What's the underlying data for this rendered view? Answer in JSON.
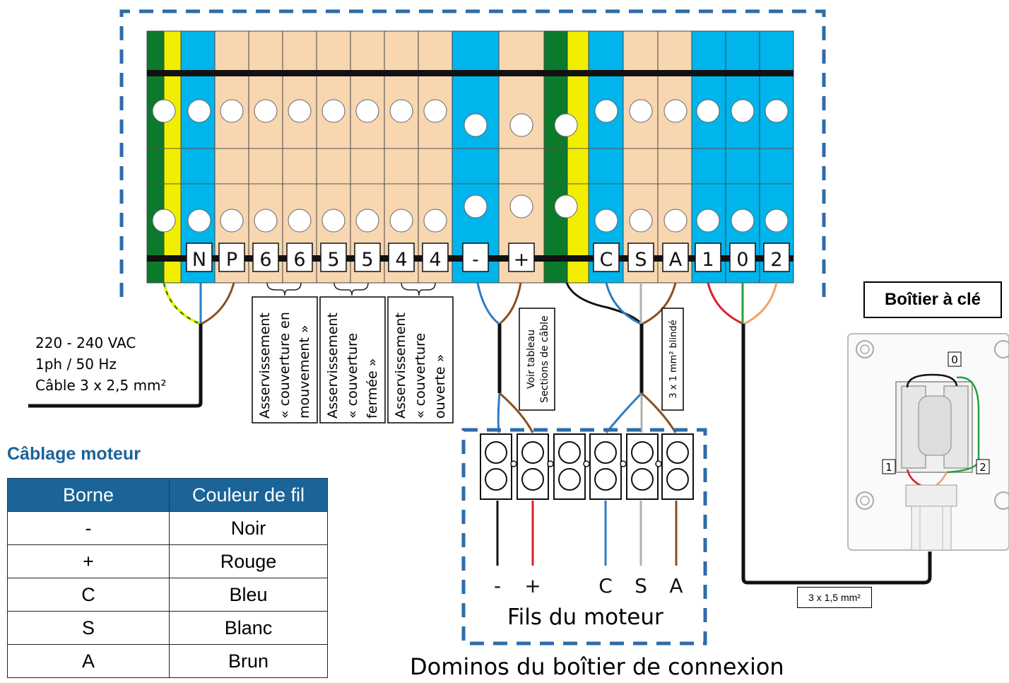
{
  "terminal_labels": [
    "N",
    "P",
    "6",
    "6",
    "5",
    "5",
    "4",
    "4",
    "-",
    "+",
    "C",
    "S",
    "A",
    "1",
    "0",
    "2"
  ],
  "power": {
    "line1": "220 - 240 VAC",
    "line2": "1ph / 50 Hz",
    "line3": "Câble 3 x 2,5 mm²"
  },
  "feedback_boxes": [
    {
      "line1": "Asservissement",
      "line2": "« couverture en",
      "line3": "mouvement »"
    },
    {
      "line1": "Asservissement",
      "line2": "« couverture",
      "line3": "fermée »"
    },
    {
      "line1": "Asservissement",
      "line2": "« couverture",
      "line3": "ouverte »"
    }
  ],
  "power_cable_note": {
    "line1": "Voir tableau",
    "line2": "Sections de câble"
  },
  "shielded_cable_note": "3 x 1 mm² blindé",
  "key_cable_note": "3 x 1,5 mm²",
  "keybox": {
    "title": "Boîtier à clé",
    "pos0": "0",
    "pos1": "1",
    "pos2": "2"
  },
  "motor_wires": [
    "-",
    "+",
    "C",
    "S",
    "A"
  ],
  "motor_wires_caption": "Fils du moteur",
  "bottom_caption": "Dominos du boîtier de connexion",
  "motor_table": {
    "title": "Câblage moteur",
    "headers": [
      "Borne",
      "Couleur de fil"
    ],
    "rows": [
      [
        "-",
        "Noir"
      ],
      [
        "+",
        "Rouge"
      ],
      [
        "C",
        "Bleu"
      ],
      [
        "S",
        "Blanc"
      ],
      [
        "A",
        "Brun"
      ]
    ]
  },
  "colors": {
    "earth_green": "#0b7a2b",
    "earth_yellow": "#f2ee00",
    "terminal_blue": "#00b4ec",
    "terminal_beige": "#f7d6b0",
    "dashed_blue": "#2e6ca8",
    "table_header": "#1a6497",
    "wire_blue": "#2f7bc3",
    "wire_brown": "#8a4f1e",
    "wire_red": "#d8222a",
    "wire_green": "#22a23f",
    "wire_grey": "#b0b0b0",
    "wire_orange": "#f0a36a"
  }
}
